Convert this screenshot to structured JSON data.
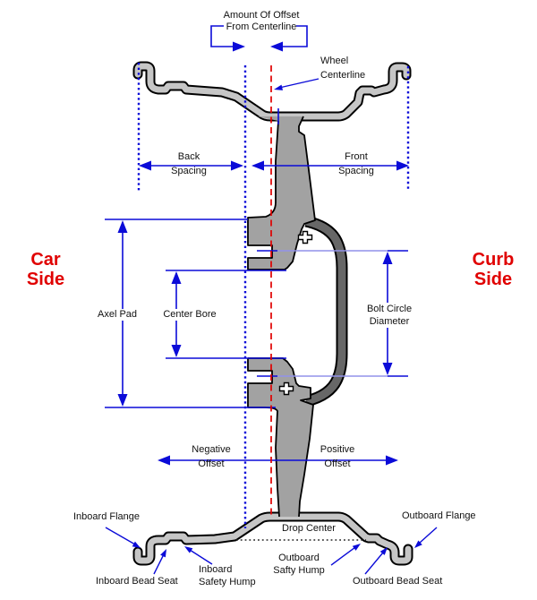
{
  "title": "Wheel offset cross-section diagram",
  "colors": {
    "blue": "#0b0bd8",
    "peri": "#9292ea",
    "red": "#e00000",
    "ink": "#111111",
    "rim": "#c6c6c6",
    "spoke": "#a2a2a2",
    "drum": "#676767",
    "bg": "#ffffff"
  },
  "labels": {
    "offset_callout": {
      "line1": "Amount Of Offset",
      "line2": "From Centerline"
    },
    "wheel_centerline": {
      "line1": "Wheel",
      "line2": "Centerline"
    },
    "back_spacing": {
      "line1": "Back",
      "line2": "Spacing"
    },
    "front_spacing": {
      "line1": "Front",
      "line2": "Spacing"
    },
    "car_side": {
      "line1": "Car",
      "line2": "Side"
    },
    "curb_side": {
      "line1": "Curb",
      "line2": "Side"
    },
    "axel_pad": "Axel Pad",
    "center_bore": "Center Bore",
    "bolt_circle": {
      "line1": "Bolt Circle",
      "line2": "Diameter"
    },
    "negative_offset": {
      "line1": "Negative",
      "line2": "Offset"
    },
    "positive_offset": {
      "line1": "Positive",
      "line2": "Offset"
    },
    "drop_center": "Drop Center",
    "inboard_flange": "Inboard Flange",
    "inboard_bead_seat": "Inboard Bead Seat",
    "inboard_safety_hump": {
      "line1": "Inboard",
      "line2": "Safety Hump"
    },
    "outboard_safty_hump": {
      "line1": "Outboard",
      "line2": "Safty Hump"
    },
    "outboard_bead_seat": "Outboard Bead Seat",
    "outboard_flange": "Outboard Flange"
  }
}
